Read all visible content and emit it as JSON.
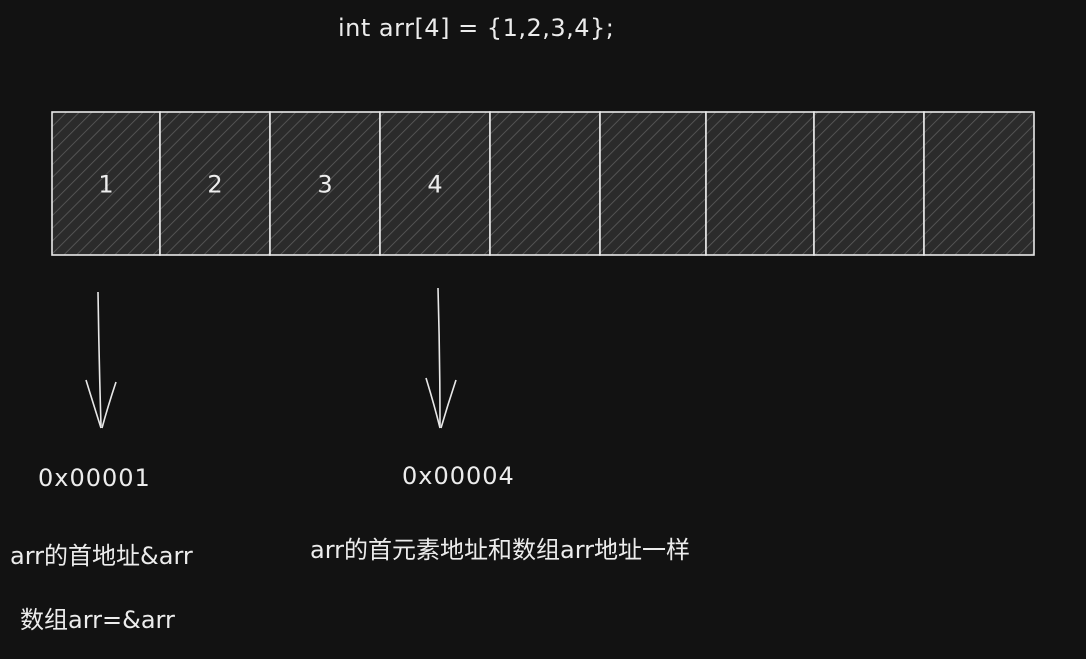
{
  "diagram": {
    "code_line": "int arr[4] = {1,2,3,4};",
    "cells": [
      "1",
      "2",
      "3",
      "4",
      "",
      "",
      "",
      "",
      ""
    ],
    "pointers": [
      {
        "address": "0x00001",
        "notes": [
          "arr的首地址&arr",
          "数组arr=&arr"
        ]
      },
      {
        "address": "0x00004",
        "notes": [
          "arr的首元素地址和数组arr地址一样"
        ]
      }
    ]
  },
  "colors": {
    "background": "#121212",
    "cell_fill": "#2e2e2e",
    "stroke": "#e8e8e8",
    "hatch": "#6a6a6a"
  }
}
